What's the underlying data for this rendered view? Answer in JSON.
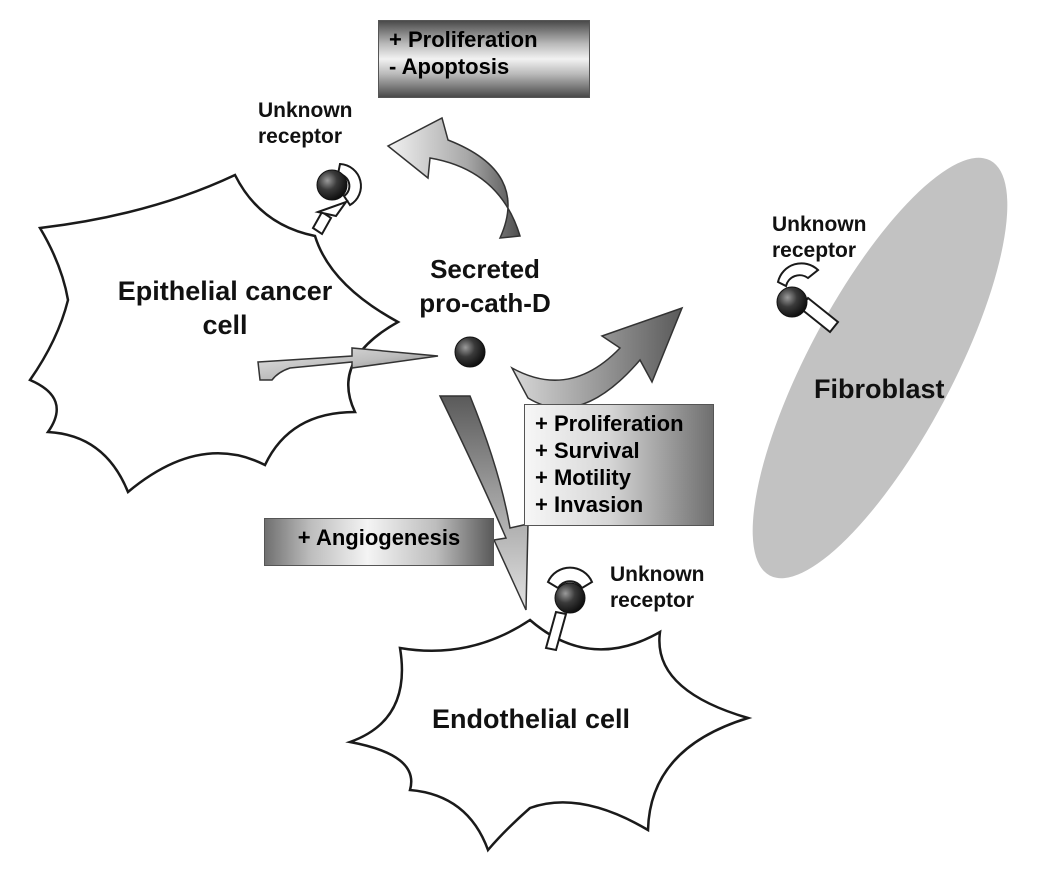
{
  "cells": {
    "epithelial": {
      "label_line1": "Epithelial cancer",
      "label_line2": "cell"
    },
    "fibroblast": {
      "label": "Fibroblast"
    },
    "endothelial": {
      "label": "Endothelial cell"
    }
  },
  "secreted": {
    "line1": "Secreted",
    "line2": "pro-cath-D"
  },
  "receptors": {
    "epithelial": {
      "line1": "Unknown",
      "line2": "receptor"
    },
    "fibroblast": {
      "line1": "Unknown",
      "line2": "receptor"
    },
    "endothelial": {
      "line1": "Unknown",
      "line2": "receptor"
    }
  },
  "effect_boxes": {
    "autocrine": {
      "lines": [
        "+ Proliferation",
        "- Apoptosis"
      ]
    },
    "fibroblast": {
      "lines": [
        "+ Proliferation",
        "+ Survival",
        "+ Motility",
        "+ Invasion"
      ]
    },
    "endothelial": {
      "lines": [
        "+ Angiogenesis"
      ]
    }
  },
  "colors": {
    "cell_fill": "#ffffff",
    "cell_stroke": "#1a1a1a",
    "fibroblast_fill": "#c2c2c2",
    "ligand_dark": "#1e1e1e",
    "receptor_stroke": "#1a1a1a"
  }
}
